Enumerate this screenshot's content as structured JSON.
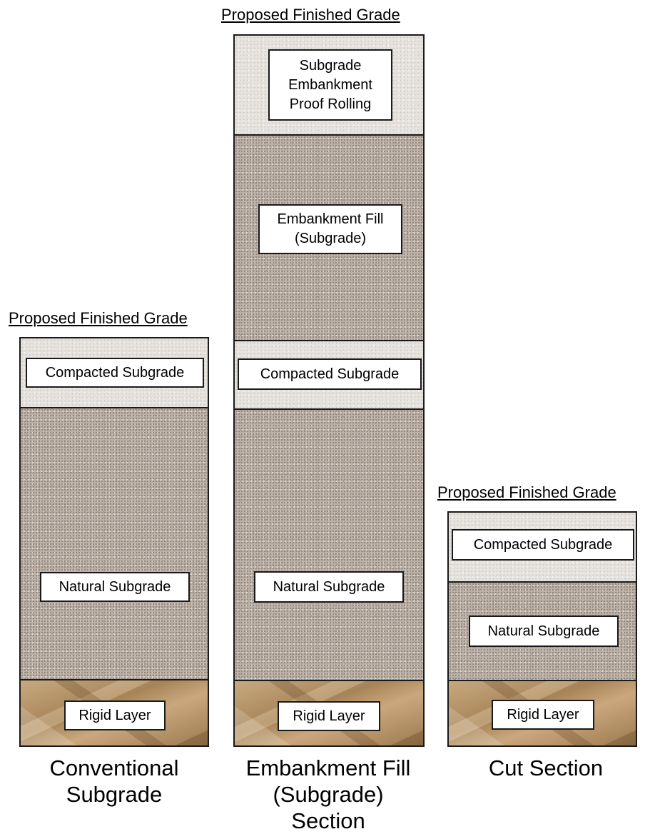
{
  "columns": [
    {
      "grade_label": "Proposed Finished Grade",
      "layers": [
        {
          "name": "Compacted Subgrade",
          "texture": "light"
        },
        {
          "name": "Natural Subgrade",
          "texture": "gravel"
        },
        {
          "name": "Rigid Layer",
          "texture": "rock"
        }
      ],
      "caption": "Conventional\nSubgrade"
    },
    {
      "grade_label": "Proposed Finished Grade",
      "layers": [
        {
          "name": "Subgrade\nEmbankment\nProof Rolling",
          "texture": "light"
        },
        {
          "name": "Embankment Fill\n(Subgrade)",
          "texture": "gravel"
        },
        {
          "name": "Compacted Subgrade",
          "texture": "light"
        },
        {
          "name": "Natural Subgrade",
          "texture": "gravel"
        },
        {
          "name": "Rigid Layer",
          "texture": "rock"
        }
      ],
      "caption": "Embankment Fill\n(Subgrade)\nSection"
    },
    {
      "grade_label": "Proposed Finished Grade",
      "layers": [
        {
          "name": "Compacted Subgrade",
          "texture": "light"
        },
        {
          "name": "Natural Subgrade",
          "texture": "gravel"
        },
        {
          "name": "Rigid Layer",
          "texture": "rock"
        }
      ],
      "caption": "Cut Section"
    }
  ]
}
